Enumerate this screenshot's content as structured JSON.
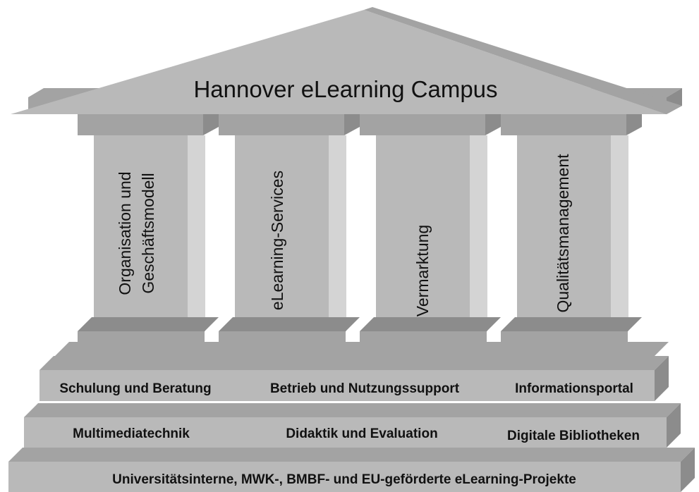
{
  "roof": {
    "title": "Hannover eLearning Campus"
  },
  "pillars": [
    {
      "lines": [
        "Organisation und",
        "Geschäftsmodell"
      ]
    },
    {
      "lines": [
        "eLearning-Services"
      ]
    },
    {
      "lines": [
        "Vermarktung"
      ]
    },
    {
      "lines": [
        "Qualitätsmanagement"
      ]
    }
  ],
  "steps": {
    "top": [
      "Schulung und Beratung",
      "Betrieb und Nutzungssupport",
      "Informationsportal"
    ],
    "middle": [
      "Multimediatechnik",
      "Didaktik und Evaluation",
      "Digitale Bibliotheken"
    ],
    "base": [
      "Universitätsinterne, MWK-, BMBF- und EU-geförderte eLearning-Projekte"
    ]
  },
  "colors": {
    "stone_front": "#b9b9b9",
    "stone_light": "#d4d4d4",
    "stone_dark": "#8c8c8c",
    "stone_top": "#a3a3a3"
  }
}
